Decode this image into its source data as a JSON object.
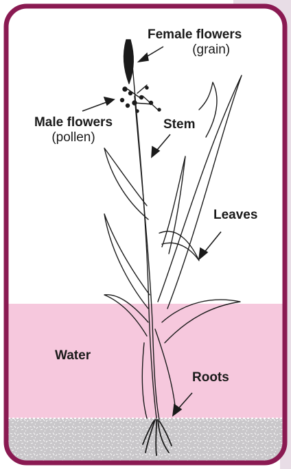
{
  "labels": {
    "female": {
      "name": "Female flowers",
      "sub": "(grain)"
    },
    "male": {
      "name": "Male flowers",
      "sub": "(pollen)"
    },
    "stem": {
      "name": "Stem"
    },
    "leaves": {
      "name": "Leaves"
    },
    "water": {
      "name": "Water"
    },
    "roots": {
      "name": "Roots"
    }
  },
  "colors": {
    "frame": "#8a1a52",
    "water": "#f6c8dd",
    "soil": "#c9c7ca",
    "corner_tab": "#e8dde6",
    "ink": "#1a1a1a"
  }
}
